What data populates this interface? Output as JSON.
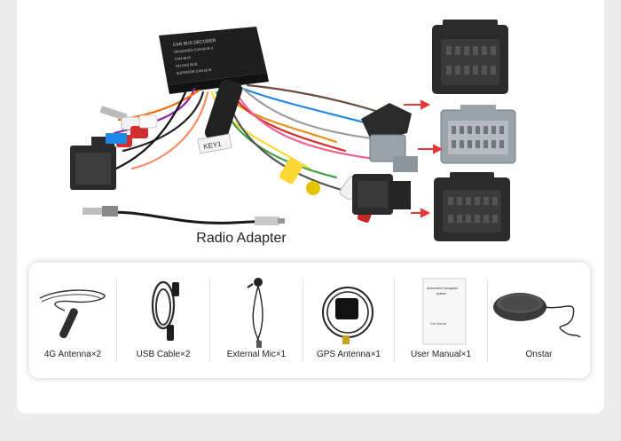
{
  "hero": {
    "label": "Radio Adapter",
    "module_text": [
      "CAN BUS DECODER",
      "ON-BOARD-CAN-BUS-3",
      "CAN-BUS",
      "ON DAS BUS",
      "SUPERIOR CAN BUS"
    ],
    "tag_text": "KEY1"
  },
  "accessories": [
    {
      "label": "4G Antenna×2",
      "icon": "4g-antenna-icon"
    },
    {
      "label": "USB Cable×2",
      "icon": "usb-cable-icon"
    },
    {
      "label": "External Mic×1",
      "icon": "external-mic-icon"
    },
    {
      "label": "GPS Antenna×1",
      "icon": "gps-antenna-icon"
    },
    {
      "label": "User Manual×1",
      "icon": "user-manual-icon"
    },
    {
      "label": "Onstar",
      "icon": "onstar-icon"
    }
  ],
  "manual": {
    "title_lines": [
      "Automotive navigation",
      "system"
    ],
    "footer": "User Manual"
  },
  "colors": {
    "background": "#ececec",
    "card": "#ffffff",
    "arrow": "#e53935",
    "connector_dark": "#2b2b2b",
    "connector_grey": "#9aa3aa"
  }
}
